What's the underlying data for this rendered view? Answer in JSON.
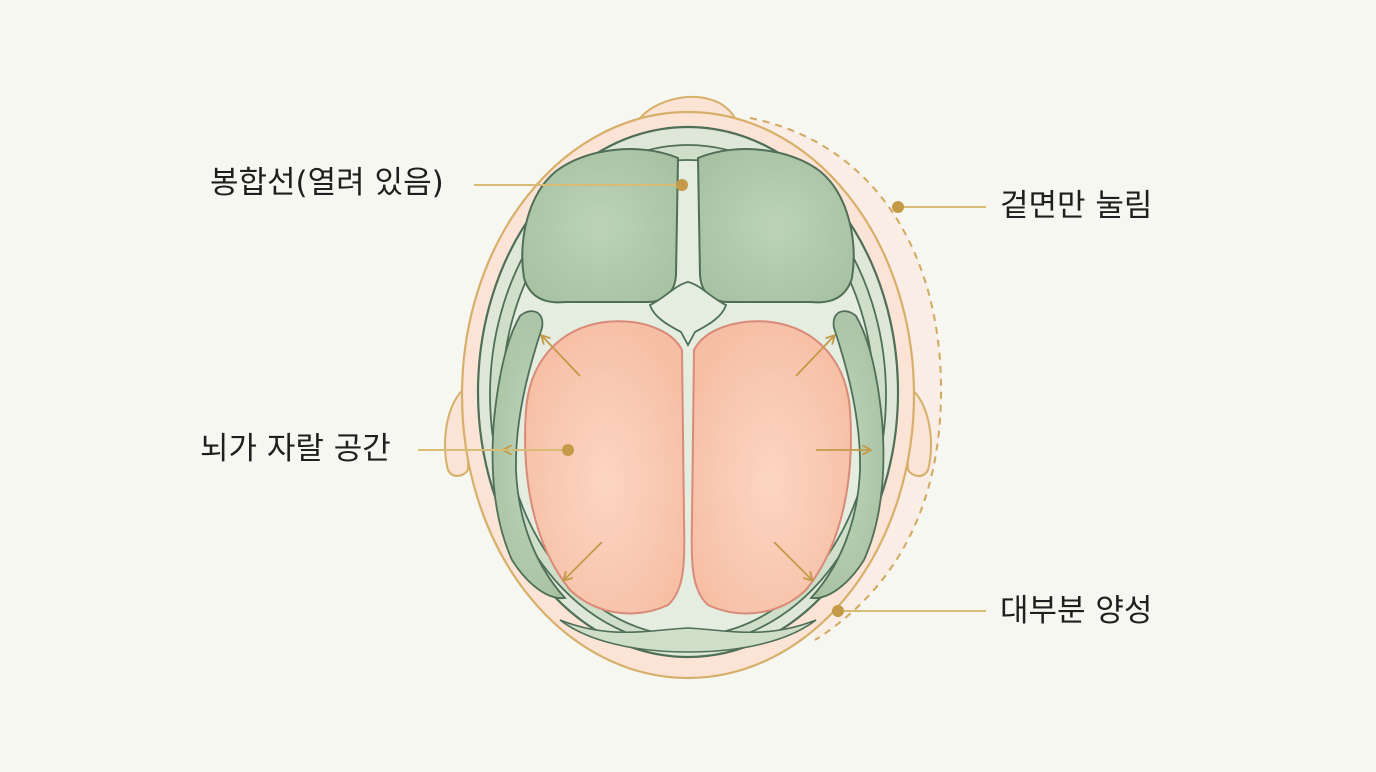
{
  "labels": {
    "suture": "봉합선(열려 있음)",
    "brain_space": "뇌가 자랄 공간",
    "surface_only": "겉면만 눌림",
    "mostly_benign": "대부분 양성"
  },
  "colors": {
    "background": "#f7f7f2",
    "scalp_fill": "#fbe3d6",
    "scalp_stroke": "#d6b06a",
    "skull_fill": "#dfe8d8",
    "skull_stroke": "#4f6f57",
    "bone_fill": "#b3cbaf",
    "brain_fill": "#f9c8b0",
    "brain_stroke": "#d98a78",
    "leader_line": "#d8bc76",
    "leader_dot": "#c49a48",
    "arrow": "#c49a48"
  }
}
